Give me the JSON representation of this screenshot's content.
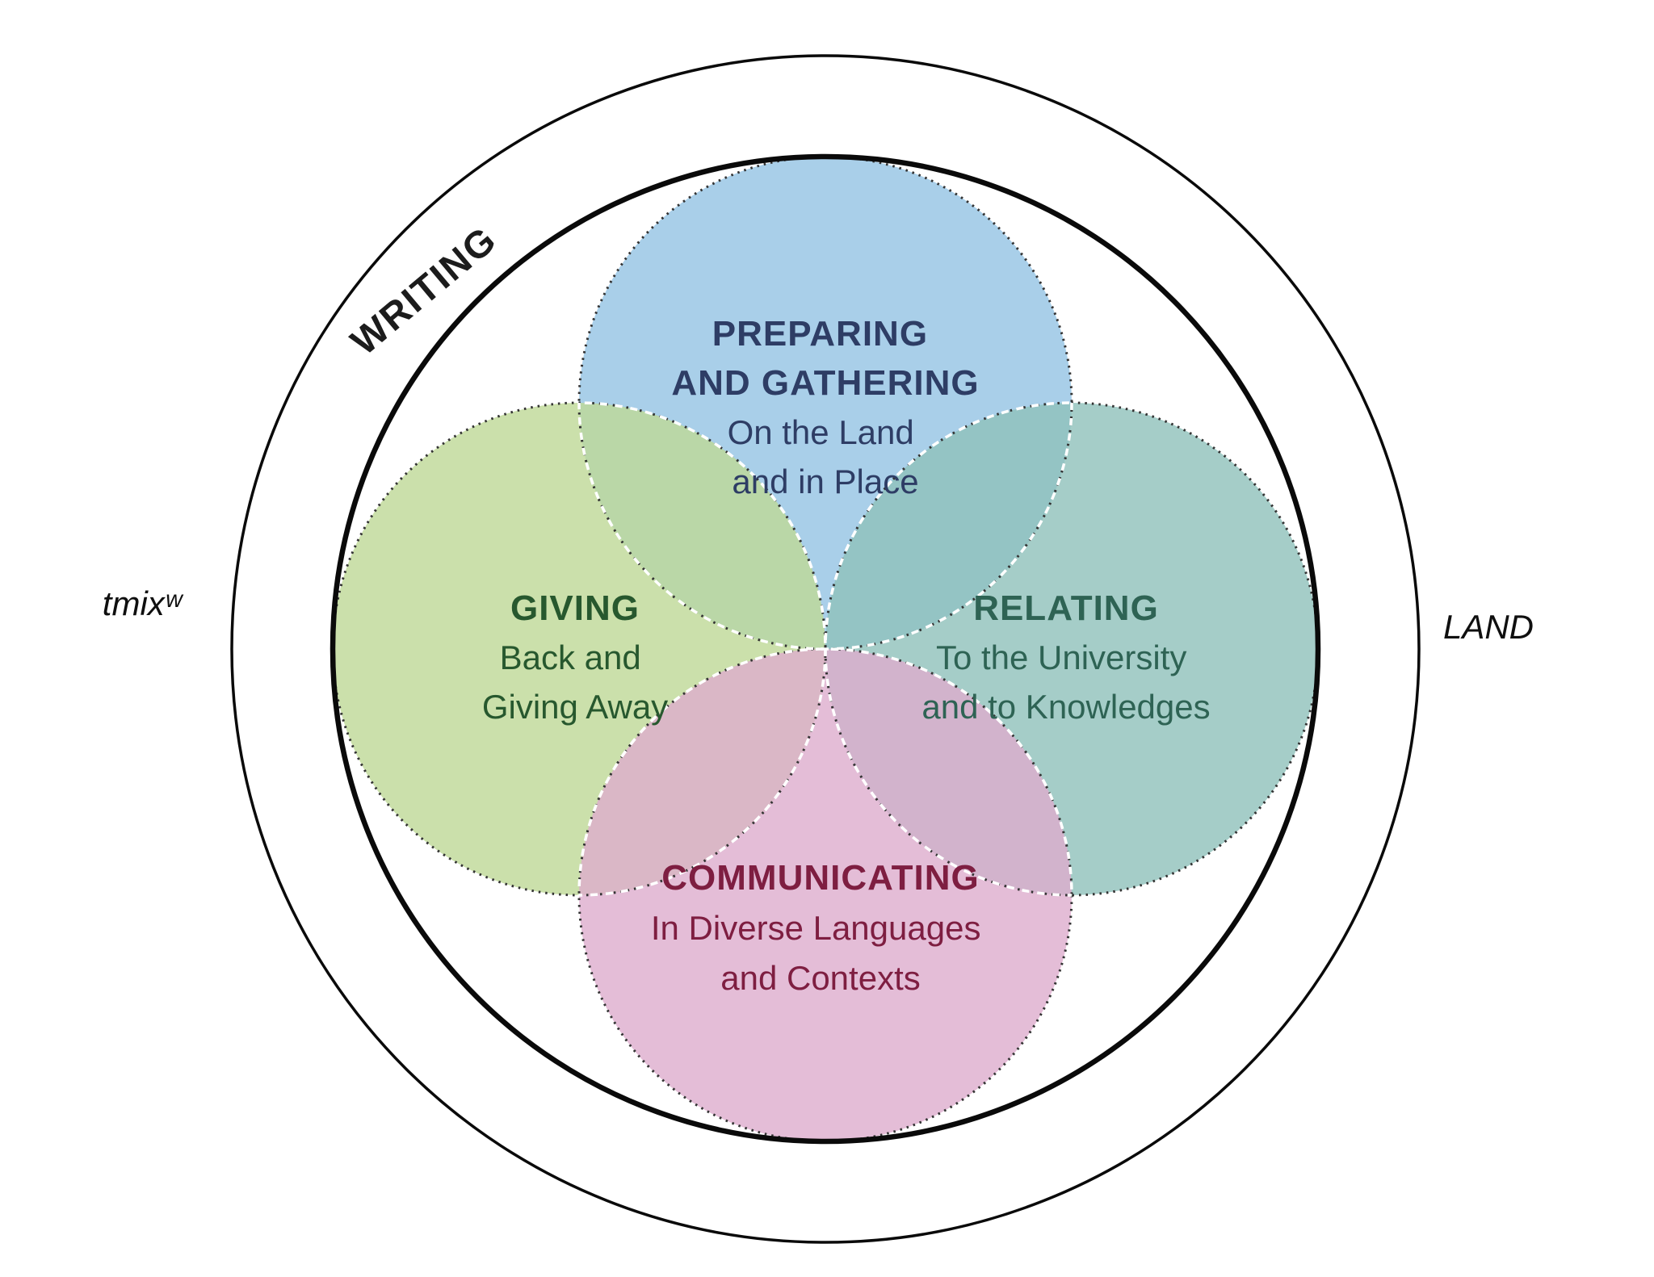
{
  "diagram": {
    "background": "#ffffff",
    "ring_labels": {
      "writing": "WRITING",
      "left": "tmixʷ",
      "right": "LAND"
    },
    "ring_colors": {
      "outer": "#0a0a0a",
      "inner": "#0a0a0a",
      "ring_word": "#1c1c1c",
      "side_word": "#0f0f0f"
    },
    "circles": [
      {
        "key": "preparing-and-gathering",
        "fill": "#93c3e3",
        "text_color": "#2e3d65",
        "title_lines": [
          "PREPARING",
          "AND GATHERING"
        ],
        "subtitle_lines": [
          "On the Land",
          "and in Place"
        ]
      },
      {
        "key": "giving",
        "fill": "#bed896",
        "text_color": "#27582e",
        "title_lines": [
          "GIVING"
        ],
        "subtitle_lines": [
          "Back and",
          "Giving Away"
        ]
      },
      {
        "key": "relating",
        "fill": "#8ec0ba",
        "text_color": "#2e6354",
        "title_lines": [
          "RELATING"
        ],
        "subtitle_lines": [
          "To the University",
          "and to Knowledges"
        ]
      },
      {
        "key": "communicating",
        "fill": "#ddadcd",
        "text_color": "#7e1e41",
        "title_lines": [
          "COMMUNICATING"
        ],
        "subtitle_lines": [
          "In Diverse Languages",
          "and Contexts"
        ]
      }
    ]
  }
}
